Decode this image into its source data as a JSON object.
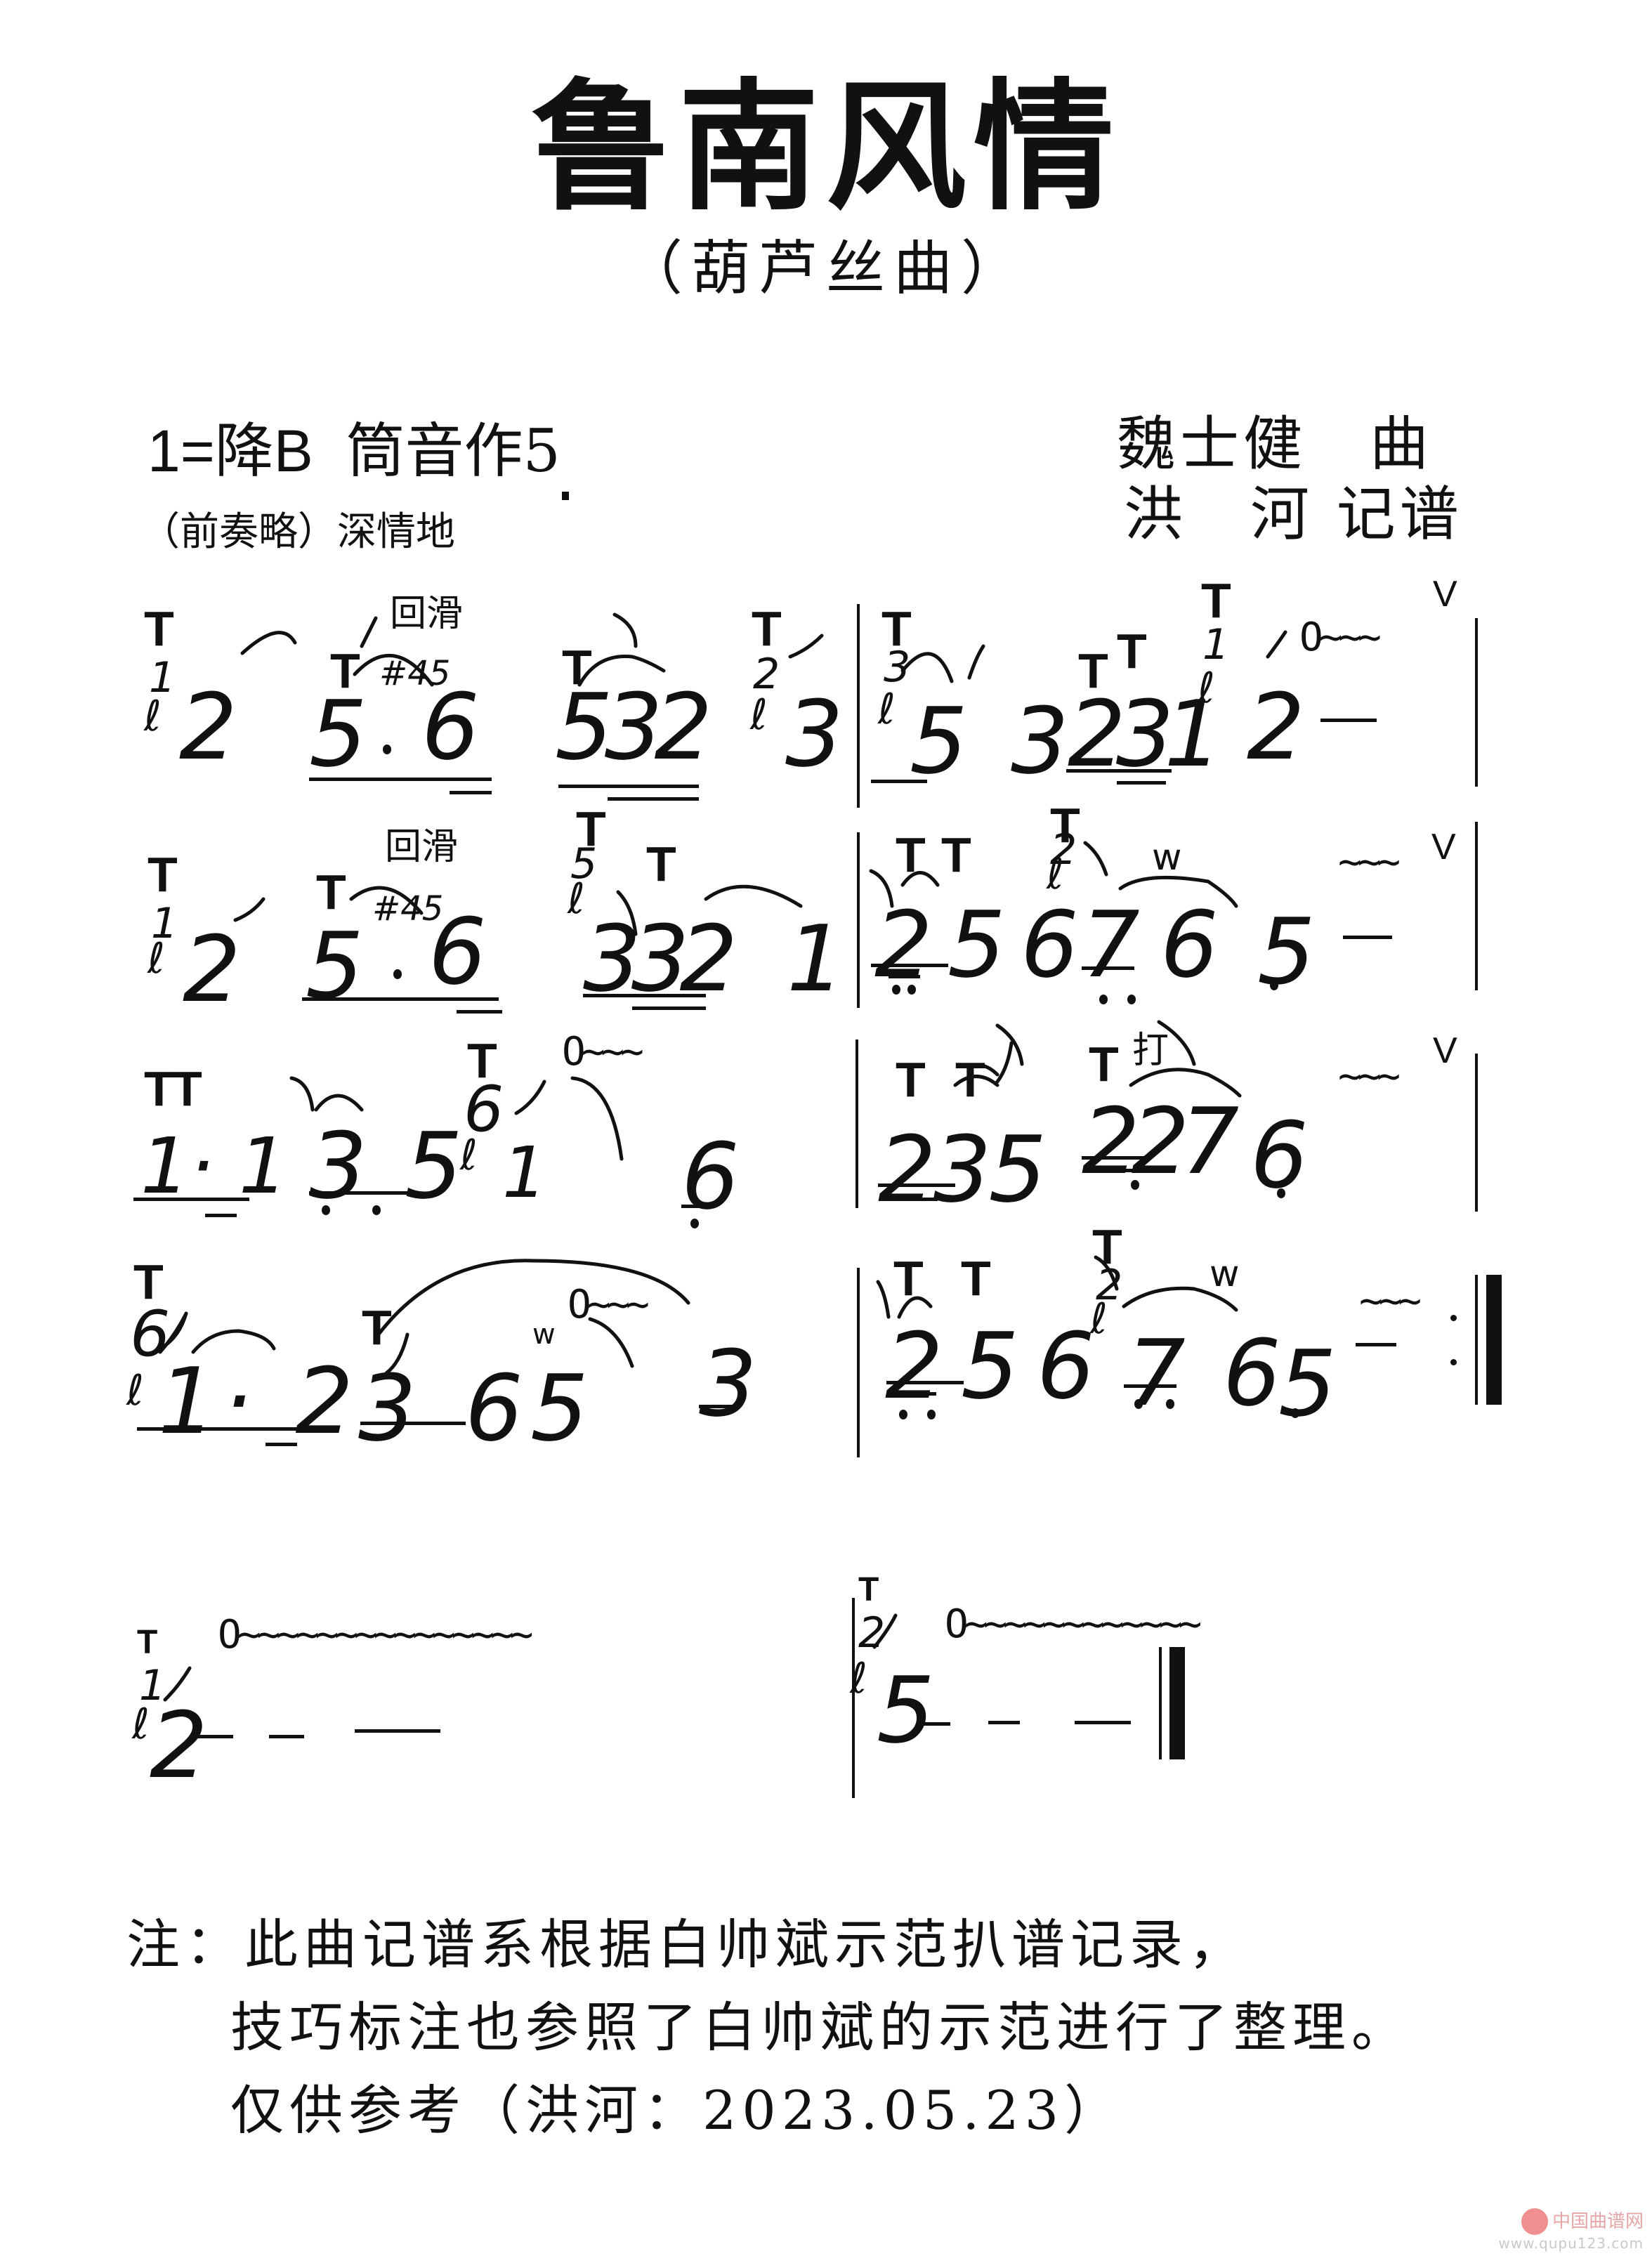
{
  "header": {
    "title": "鲁南风情",
    "subtitle": "（葫芦丝曲）",
    "key_signature": "1=降B",
    "key_note": "筒音作5",
    "tempo_marking": "（前奏略）深情地",
    "composer": "魏士健　曲",
    "transcriber": "洪　河 记谱"
  },
  "score": {
    "rows": [
      {
        "measures": [
          {
            "notes": [
              "2",
              "5 #4 5 6",
              "5 3 2",
              "3"
            ],
            "marks": {
              "fingerings": [
                "1",
                "2"
              ],
              "annotation": "回滑",
              "grace": "#45"
            }
          },
          {
            "notes": [
              "5 3",
              "2 3 1",
              "2 —"
            ],
            "marks": {
              "fingerings": [
                "3",
                "1"
              ],
              "tremolo": "O~~~",
              "breath": "V"
            }
          }
        ]
      },
      {
        "measures": [
          {
            "notes": [
              "2",
              "5 #4 5 6",
              "3 3 2",
              "1"
            ],
            "marks": {
              "fingerings": [
                "1",
                "5"
              ],
              "annotation": "回滑",
              "grace": "#45"
            }
          },
          {
            "notes": [
              "2 5 6",
              "7 6",
              "5 —"
            ],
            "marks": {
              "fingerings": [
                "2"
              ],
              "trill": "w",
              "vibrato": "~~~",
              "breath": "V"
            }
          }
        ]
      },
      {
        "measures": [
          {
            "notes": [
              "1· 1",
              "3 5",
              "1",
              "6"
            ],
            "marks": {
              "fingerings": [
                "6"
              ],
              "tremolo": "O~~~"
            }
          },
          {
            "notes": [
              "2 3 5",
              "2 2 7",
              "6"
            ],
            "marks": {
              "technique": "打",
              "vibrato": "~~~",
              "breath": "V"
            }
          }
        ]
      },
      {
        "measures": [
          {
            "notes": [
              "1· 2",
              "3 6",
              "5",
              "3"
            ],
            "marks": {
              "fingerings": [
                "6"
              ],
              "trill": "w",
              "tremolo": "O~~~"
            }
          },
          {
            "notes": [
              "2 5 6",
              "7 6",
              "5 —"
            ],
            "marks": {
              "fingerings": [
                "2"
              ],
              "trill": "w",
              "vibrato": "~~~",
              "ending": "repeat-end"
            }
          }
        ]
      },
      {
        "measures": [
          {
            "notes": [
              "2 — — —"
            ],
            "marks": {
              "fingerings": [
                "1"
              ],
              "tremolo": "O~~~~~~~~~~~~~~~"
            }
          },
          {
            "notes": [
              "5 — — —"
            ],
            "marks": {
              "fingerings": [
                "2"
              ],
              "tremolo": "O~~~~~~~~~~~~",
              "ending": "final"
            }
          }
        ]
      }
    ]
  },
  "glyphs": {
    "tongue": "T",
    "breath": "V",
    "tremolo_short": "O~~~",
    "tremolo_long_1": "O~~~~~~~~~~~~~~~",
    "tremolo_long_2": "O~~~~~~~~~~~~",
    "vibrato": "~~~",
    "trill": "w",
    "hold": "—",
    "ornament_hua": "ℓ",
    "da": "打",
    "huihua": "回滑",
    "grace_45": "#45"
  },
  "footer": {
    "note_line_1": "注：此曲记谱系根据白帅斌示范扒谱记录，",
    "note_line_2": "技巧标注也参照了白帅斌的示范进行了整理。",
    "note_line_3": "仅供参考（洪河：2023.05.23）"
  },
  "watermark": {
    "name": "中国曲谱网",
    "url": "www.qupu123.com"
  }
}
